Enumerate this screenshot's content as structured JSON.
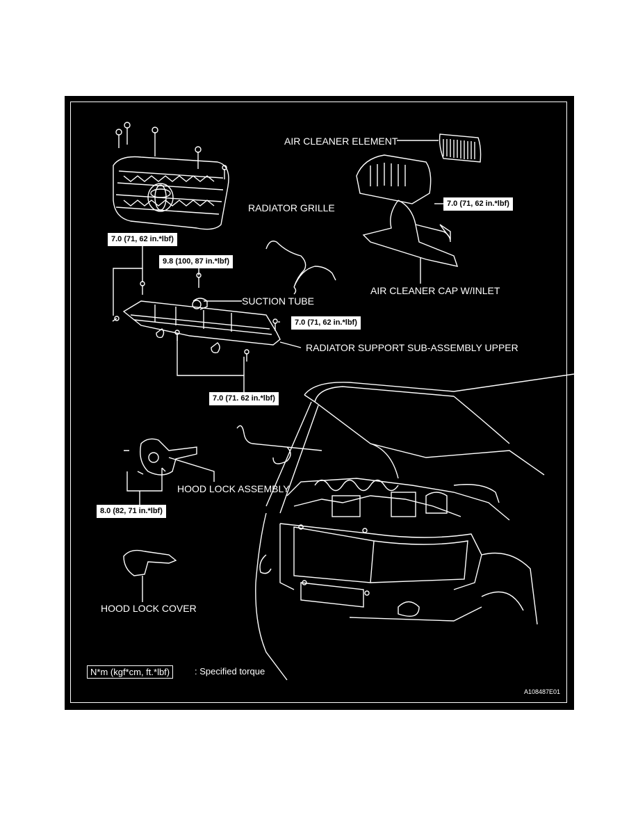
{
  "labels": {
    "air_cleaner_element": "AIR CLEANER ELEMENT",
    "radiator_grille": "RADIATOR GRILLE",
    "suction_tube": "SUCTION TUBE",
    "air_cleaner_cap": "AIR CLEANER CAP W/INLET",
    "radiator_support": "RADIATOR SUPPORT SUB-ASSEMBLY UPPER",
    "hood_lock_assembly": "HOOD LOCK ASSEMBLY",
    "hood_lock_cover": "HOOD LOCK  COVER"
  },
  "torques": {
    "t1": "7.0 (71, 62 in.*lbf)",
    "t2": "9.8 (100, 87 in.*lbf)",
    "t3": "7.0 (71, 62 in.*lbf)",
    "t4": "7.0 (71, 62 in.*lbf)",
    "t5": "7.0 (71. 62 in.*lbf)",
    "t6": "8.0 (82, 71 in.*lbf)"
  },
  "legend": {
    "unit": "N*m (kgf*cm, ft.*lbf)",
    "text": ": Specified torque"
  },
  "figure_id": "A108487E01"
}
